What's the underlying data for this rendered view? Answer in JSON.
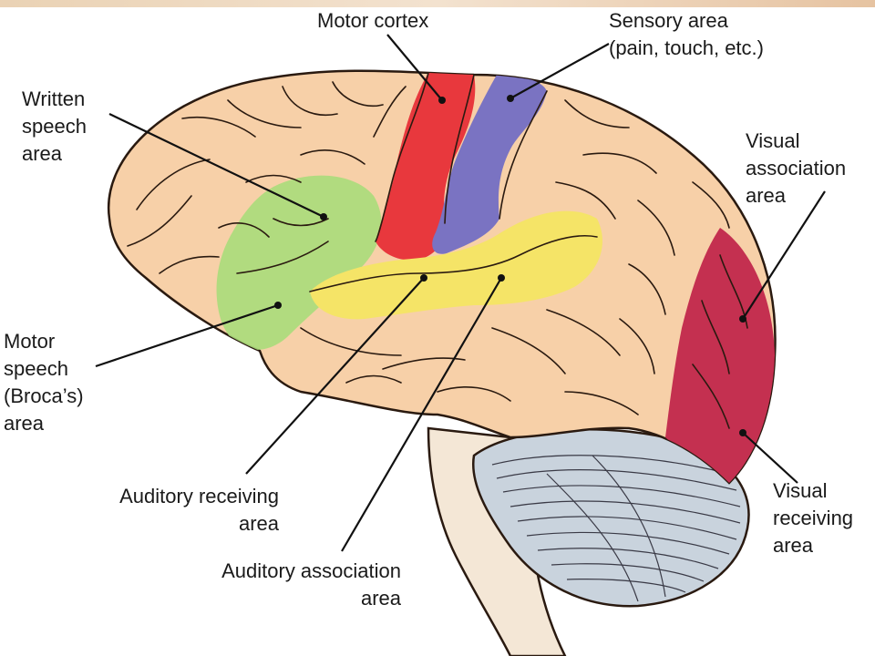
{
  "labels": {
    "motor_cortex": [
      "Motor cortex"
    ],
    "sensory_area": [
      "Sensory area",
      "(pain, touch, etc.)"
    ],
    "written_speech": [
      "Written",
      "speech",
      "area"
    ],
    "visual_association": [
      "Visual",
      "association",
      "area"
    ],
    "motor_speech": [
      "Motor",
      "speech",
      "(Broca’s)",
      "area"
    ],
    "auditory_receiving": [
      "Auditory receiving",
      "area"
    ],
    "auditory_association": [
      "Auditory association",
      "area"
    ],
    "visual_receiving": [
      "Visual",
      "receiving",
      "area"
    ]
  },
  "colors": {
    "brain": "#f7d0a8",
    "outline": "#2a1a10",
    "motor_cortex": "#e8383d",
    "sensory_area": "#7a73c2",
    "written_speech": "#a9db7a",
    "auditory": "#f5e467",
    "visual": "#c43050",
    "cerebellum": "#c9d3dd",
    "brainstem": "#f4e7d6",
    "background_band": "#e9c9a6"
  }
}
